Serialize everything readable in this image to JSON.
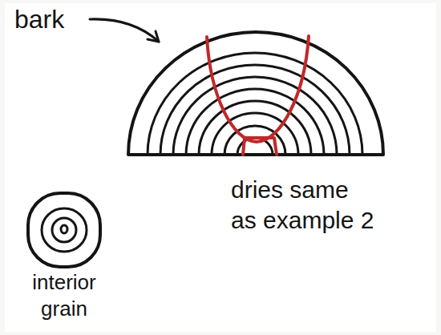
{
  "diagram": {
    "labels": [
      "bark",
      "interior grain",
      "dries same as example 2"
    ]
  }
}
